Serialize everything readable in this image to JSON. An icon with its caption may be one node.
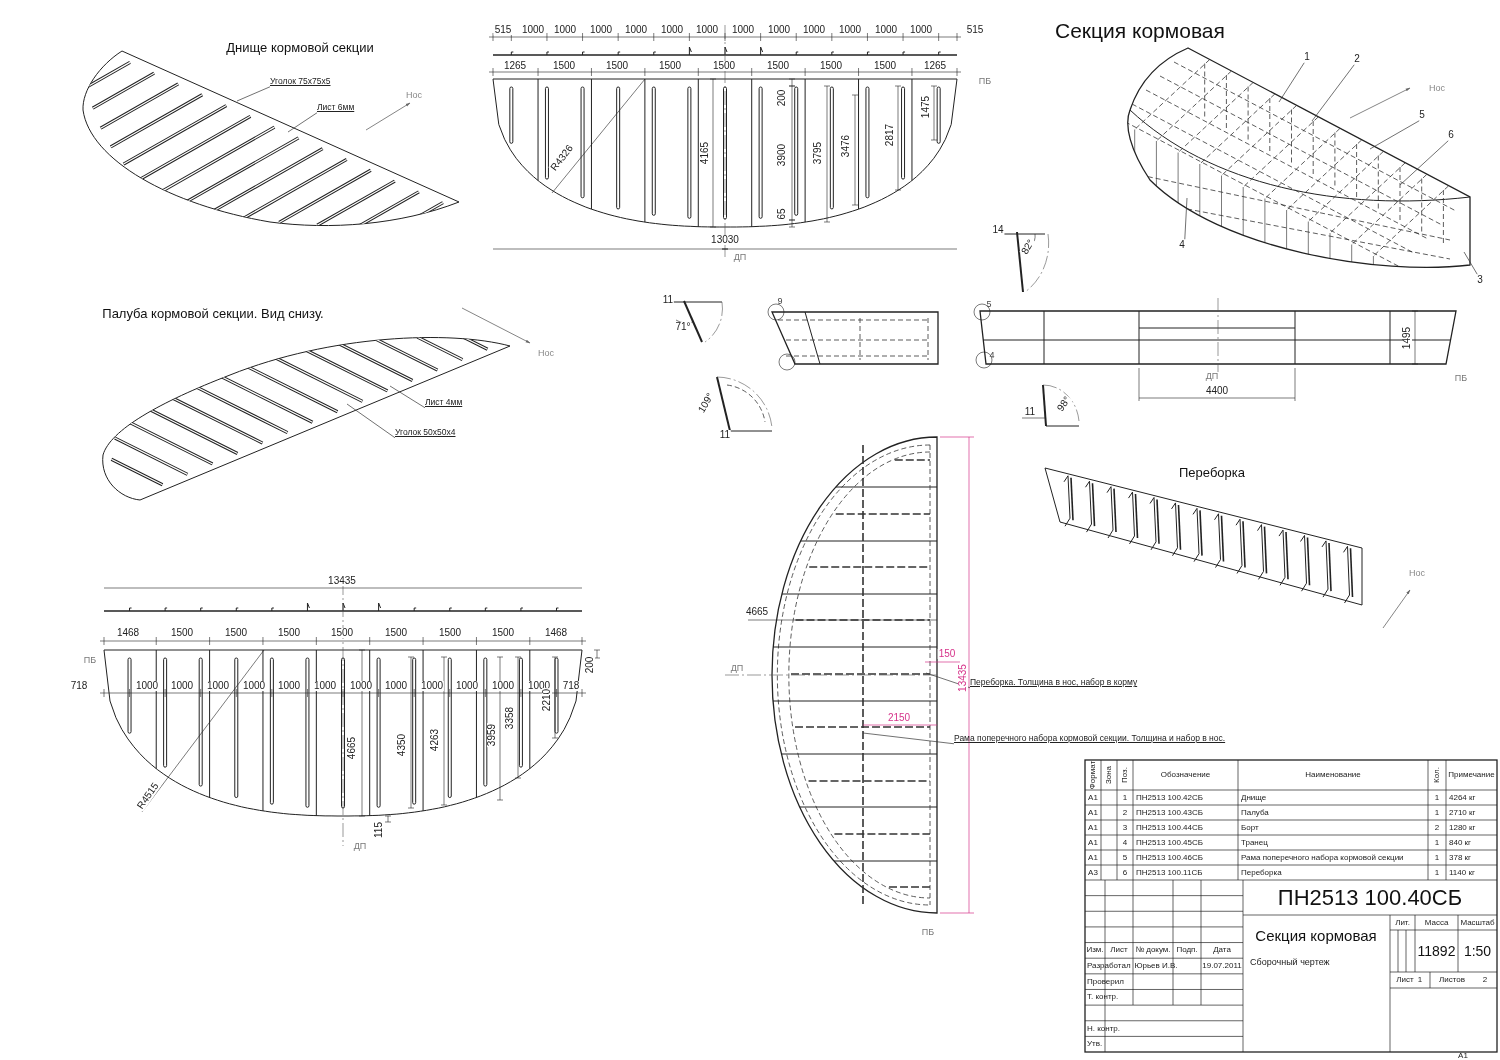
{
  "diagram": {
    "title": "Секция кормовая",
    "nodes": [
      {
        "text": [
          "Уголок 75x75x5"
        ]
      },
      {
        "text": [
          "Лист 6мм"
        ]
      },
      {
        "text": [
          "Лист 4мм"
        ]
      },
      {
        "text": [
          "Уголок 50x50x4"
        ]
      },
      {
        "text": [
          "Переборка. Толщина в нос, набор в корму"
        ]
      },
      {
        "text": [
          "Рама поперечного набора кормовой секции. Толщина и набор в нос."
        ]
      },
      {
        "text": [
          "1"
        ]
      },
      {
        "text": [
          "2"
        ]
      },
      {
        "text": [
          "5"
        ]
      },
      {
        "text": [
          "6"
        ]
      },
      {
        "text": [
          "4"
        ]
      },
      {
        "text": [
          "3"
        ]
      }
    ],
    "edges": [
      {
        "from": 0,
        "to": null,
        "arrow": "none"
      },
      {
        "from": 1,
        "to": null,
        "arrow": "none"
      },
      {
        "from": 2,
        "to": null,
        "arrow": "none"
      },
      {
        "from": 3,
        "to": null,
        "arrow": "none"
      },
      {
        "from": 4,
        "to": null,
        "arrow": "none"
      },
      {
        "from": 5,
        "to": null,
        "arrow": "none"
      },
      {
        "from": 6,
        "to": null,
        "arrow": "none"
      },
      {
        "from": 7,
        "to": null,
        "arrow": "none"
      },
      {
        "from": 8,
        "to": null,
        "arrow": "none"
      },
      {
        "from": 9,
        "to": null,
        "arrow": "none"
      },
      {
        "from": 10,
        "to": null,
        "arrow": "none"
      },
      {
        "from": 11,
        "to": null,
        "arrow": "none"
      }
    ],
    "labels": [
      "Днище кормовой секции",
      "Нос",
      "515",
      "1000",
      "1000",
      "1000",
      "1000",
      "1000",
      "1000",
      "1000",
      "1000",
      "1000",
      "1000",
      "1000",
      "1000",
      "515",
      "1265",
      "1500",
      "1500",
      "1500",
      "1500",
      "1500",
      "1500",
      "1500",
      "1265",
      "ПБ",
      "200",
      "4165",
      "3900",
      "3795",
      "3476",
      "2817",
      "1475",
      "R4326",
      "65",
      "13030",
      "ДП",
      "Нос",
      "Палуба кормовой секции. Вид снизу.",
      "Нос",
      "14",
      "82°",
      "11",
      "71°",
      "9",
      "5",
      "4",
      "1495",
      "ДП",
      "ПБ",
      "4400",
      "109°",
      "11",
      "98°",
      "11",
      "Переборка",
      "Нос",
      "13435",
      "1468",
      "1500",
      "1500",
      "1500",
      "1500",
      "1500",
      "1500",
      "1500",
      "1468",
      "ПБ",
      "718",
      "1000",
      "1000",
      "1000",
      "1000",
      "1000",
      "1000",
      "1000",
      "1000",
      "1000",
      "1000",
      "1000",
      "1000",
      "718",
      "200",
      "2210",
      "4665",
      "4350",
      "4263",
      "3959",
      "3358",
      "R4515",
      "115",
      "ДП",
      "4665",
      "ДП",
      "150",
      "13435",
      "2150",
      "ПБ",
      "Формат",
      "Зона",
      "Поз.",
      "Обозначение",
      "Наименование",
      "Кол.",
      "Примечание",
      "A1",
      "1",
      "ПН2513 100.42СБ",
      "Днище",
      "1",
      "4264 кг",
      "A1",
      "2",
      "ПН2513 100.43СБ",
      "Палуба",
      "1",
      "2710 кг",
      "A1",
      "3",
      "ПН2513 100.44СБ",
      "Борт",
      "2",
      "1280 кг",
      "A1",
      "4",
      "ПН2513 100.45СБ",
      "Транец",
      "1",
      "840 кг",
      "A1",
      "5",
      "ПН2513 100.46СБ",
      "Рама поперечного набора кормовой секции",
      "1",
      "378 кг",
      "A3",
      "6",
      "ПН2513 100.11СБ",
      "Переборка",
      "1",
      "1140 кг",
      "ПН2513 100.40СБ",
      "Изм.",
      "Лист",
      "№ докум.",
      "Подп.",
      "Дата",
      "Секция кормовая",
      "Лит.",
      "Масса",
      "Масштаб",
      "Разработал",
      "Юрьев И.В.",
      "19.07.2011",
      "11892",
      "1:50",
      "Сборочный чертеж",
      "Проверил",
      "Т. контр.",
      "Лист",
      "1",
      "Листов",
      "2",
      "Н. контр.",
      "Утв.",
      "A1"
    ]
  }
}
